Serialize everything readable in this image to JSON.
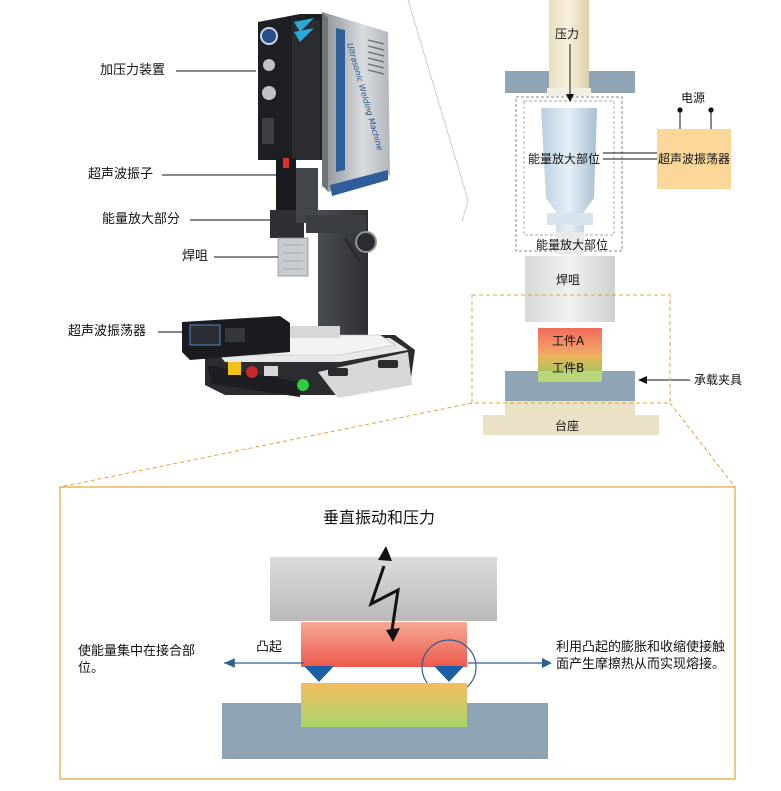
{
  "machine": {
    "labels": {
      "pressure_device": "加压力装置",
      "transducer": "超声波振子",
      "booster": "能量放大部分",
      "horn": "焊咀",
      "generator": "超声波振荡器"
    },
    "brand_text": "Ultrasonic Welding Machine"
  },
  "schematic": {
    "pressure": "压力",
    "power": "电源",
    "booster_1": "能量放大部位",
    "booster_2": "能量放大部位",
    "generator": "超声波振荡器",
    "horn": "焊咀",
    "workpiece_a": "工件A",
    "workpiece_b": "工件B",
    "fixture": "承载夹具",
    "base": "台座"
  },
  "detail": {
    "title": "垂直振动和压力",
    "bump": "凸起",
    "left_note": "使能量集中在接合部位。",
    "right_note": "利用凸起的膨胀和收缩使接触面产生摩擦热从而实现熔接。"
  },
  "colors": {
    "accent_border": "#e3a33b",
    "metal_gray": "#c9cbcd",
    "steel_blue": "#8ea3b3",
    "workpiece_red": "#ee6f5f",
    "workpiece_green": "#8bcf5a",
    "generator_orange": "#fbd79a",
    "bump_blue": "#1b5fa8"
  }
}
